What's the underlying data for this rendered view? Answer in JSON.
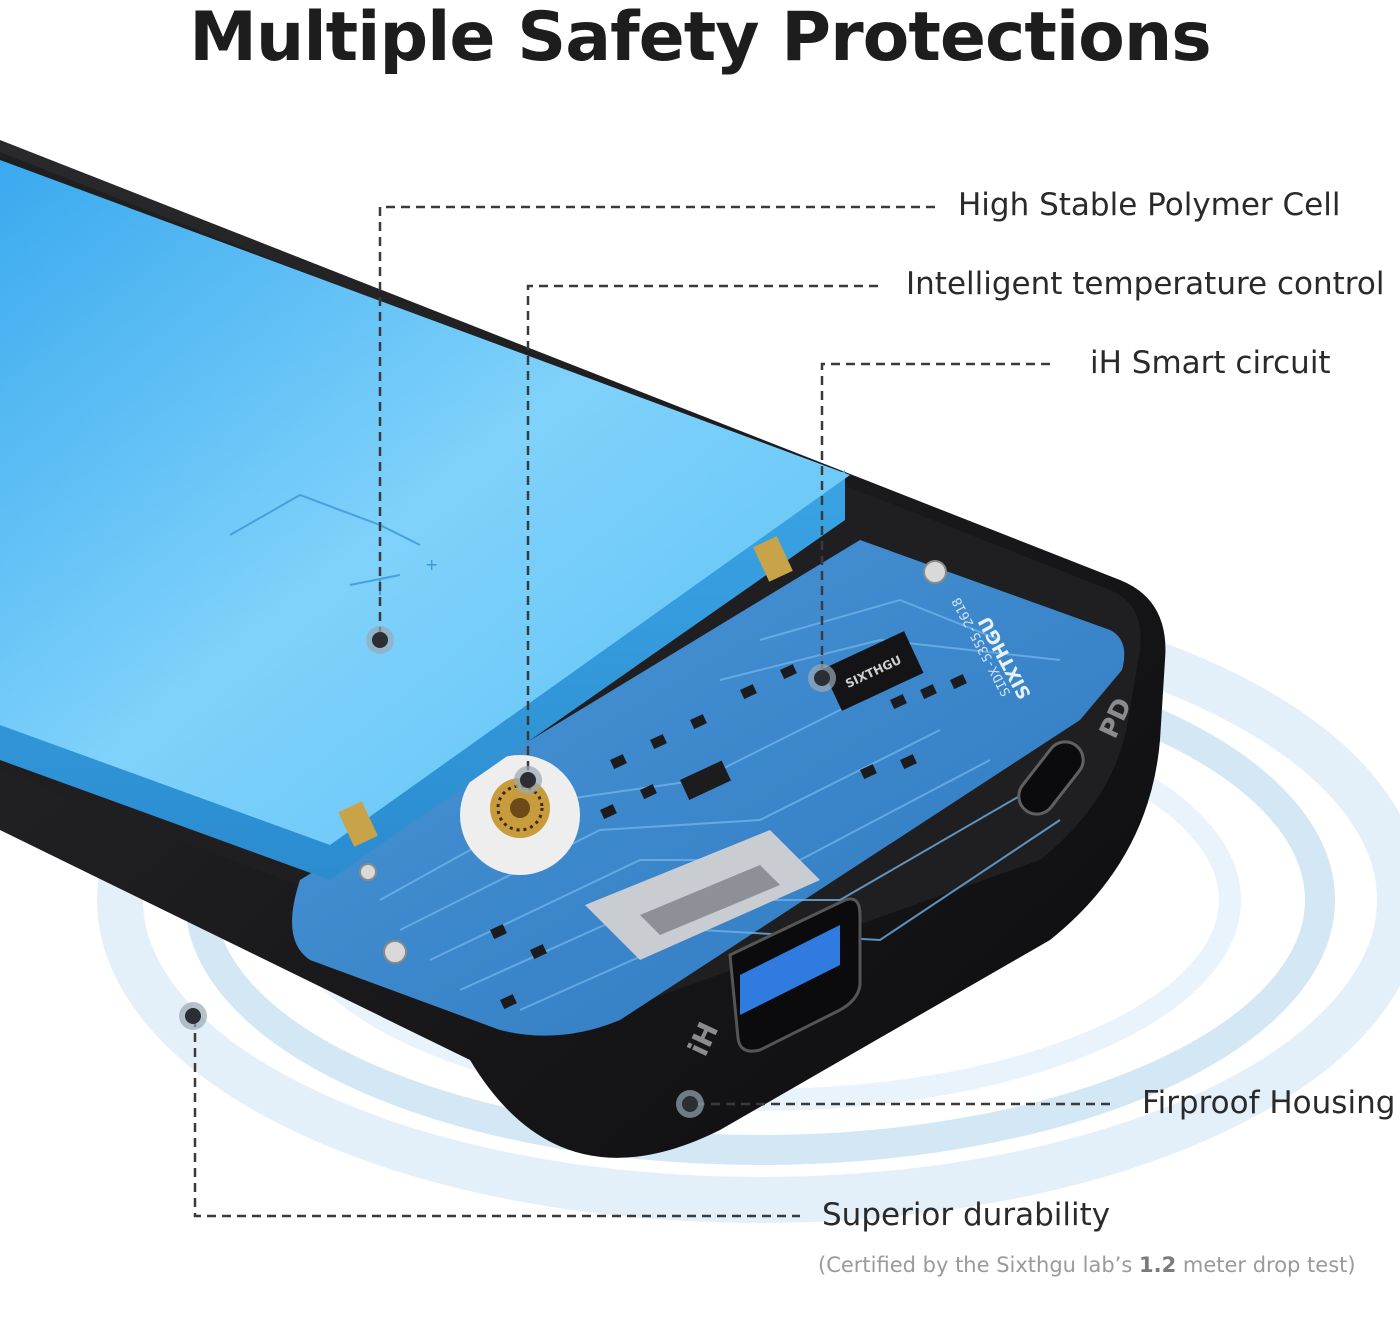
{
  "title": "Multiple Safety Protections",
  "callouts": {
    "cell": "High Stable Polymer Cell",
    "temperature": "Intelligent temperature control",
    "circuit": "iH Smart circuit",
    "housing": "Firproof Housing",
    "durability": "Superior durability"
  },
  "note": {
    "prefix": "(Certified by the Sixthgu lab’s ",
    "value": "1.2",
    "suffix": " meter drop test)"
  },
  "device": {
    "pcb_brand": "SIXTHGU",
    "pcb_model": "SIDX-5355-2618",
    "chip_marking": "SIXTHGU",
    "port_pd_label": "PD",
    "port_ih_label": "iH"
  },
  "colors": {
    "battery": "#4fb6ef",
    "pcb": "#3b86c9",
    "housing": "#161618",
    "usb_blue": "#2f7be0",
    "leader_line": "#3a3a3a"
  }
}
